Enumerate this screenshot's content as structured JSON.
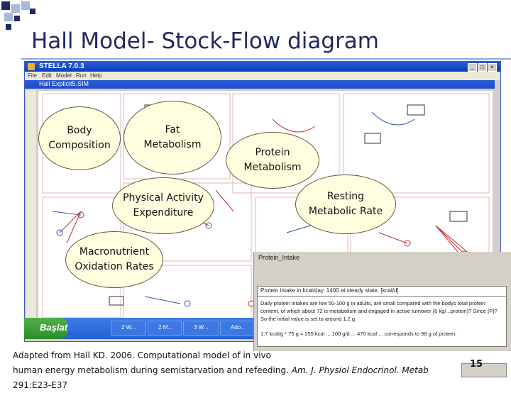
{
  "slide": {
    "title": "Hall Model- Stock-Flow diagram",
    "page_number": "15",
    "colors": {
      "title": "#1f2a63",
      "accent_squares": "#1f2a63",
      "light_squares": "#a9b8dc"
    }
  },
  "app_window": {
    "title": "STELLA 7.0.3",
    "menu": [
      "File",
      "Edit",
      "Model",
      "Run",
      "Help"
    ],
    "document_title": "Hall Explicit5.SIM"
  },
  "taskbar": {
    "start_label": "Başlat",
    "tasks": [
      "2 W...",
      "2 M...",
      "3 W...",
      "Ado..."
    ]
  },
  "sectors": [
    {
      "name": "body-composition",
      "label": "Body\nComposition"
    },
    {
      "name": "fat-metabolism",
      "label": "Fat\nMetabolism"
    },
    {
      "name": "protein-metabolism",
      "label": "Protein\nMetabolism"
    },
    {
      "name": "physical-activity-expenditure",
      "label": "Physical Activity\nExpenditure"
    },
    {
      "name": "resting-metabolic-rate",
      "label": "Resting\nMetabolic Rate"
    },
    {
      "name": "macronutrient-oxidation-rates",
      "label": "Macronutrient\nOxidation Rates"
    }
  ],
  "popup": {
    "title": "Protein_Intake",
    "equation": "Protein intake in kcal/day. 1400 at steady state. [kcal/d]",
    "documentation": "Daily protein intakes are low 50-100 g in adults, are small compared with the bodys total protein content, of which about 72 is metabolism and engaged in active turnover (6 kg/...protein)? Since [P]? So the initial value is set to around 1.2 g",
    "documentation_2": "1.7 kcal/g * 75 g = 255 kcal ... 100 g/d ... 470 kcal ... corresponds to 98 g of protein."
  },
  "citation": {
    "line1": "Adapted from Hall KD. 2006. Computational model of in vivo",
    "line2_plain": "human energy metabolism during semistarvation and refeeding. ",
    "line2_italic": "Am. J. Physiol Endocrinol. Metab",
    "line2_end": " 291:E23-E37"
  }
}
